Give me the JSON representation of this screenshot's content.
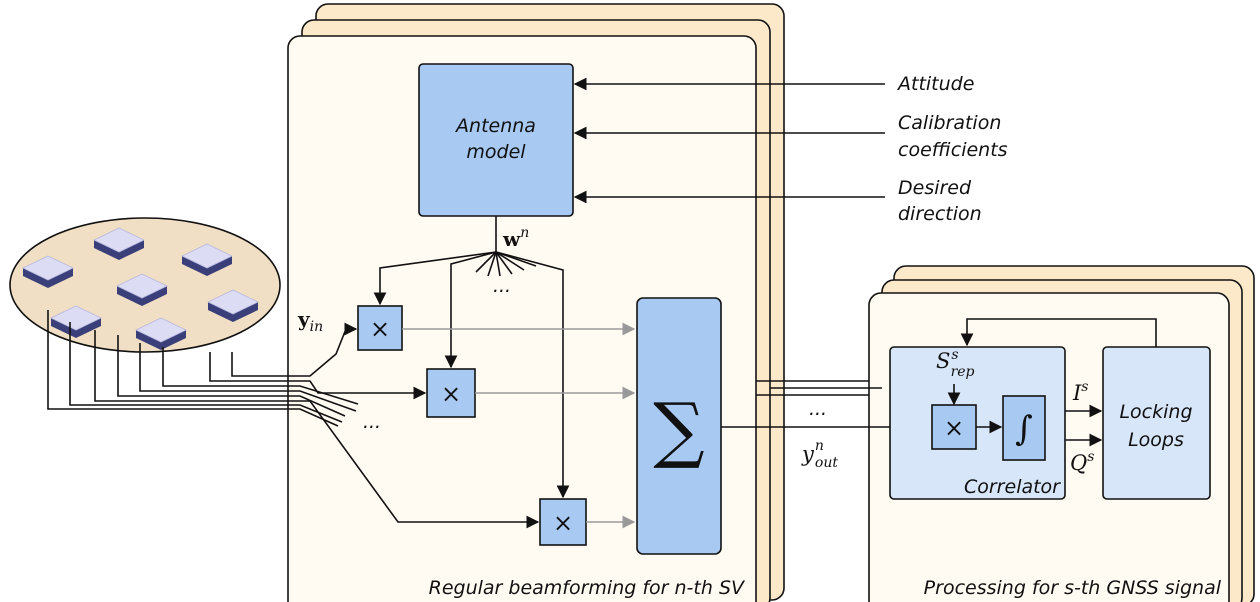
{
  "inputs": {
    "attitude": "Attitude",
    "calibration_line1": "Calibration",
    "calibration_line2": "coefficients",
    "desired_line1": "Desired",
    "desired_line2": "direction"
  },
  "antenna_model": {
    "line1": "Antenna",
    "line2": "model"
  },
  "beamforming": {
    "weight_symbol": "w",
    "weight_superscript": "n",
    "input_symbol": "y",
    "input_subscript": "in",
    "multiply_symbol": "×",
    "sum_symbol": "∑",
    "ellipsis": "...",
    "panel_caption": "Regular beamforming for n-th SV"
  },
  "output": {
    "symbol": "y",
    "superscript": "n",
    "subscript": "out",
    "ellipsis": "..."
  },
  "processing": {
    "replica_symbol": "S",
    "replica_superscript": "s",
    "replica_subscript": "rep",
    "integral_symbol": "∫",
    "correlator_label": "Correlator",
    "inphase_symbol": "I",
    "inphase_superscript": "s",
    "quadrature_symbol": "Q",
    "quadrature_superscript": "s",
    "locking_line1": "Locking",
    "locking_line2": "Loops",
    "panel_caption": "Processing for s-th GNSS signal"
  },
  "colors": {
    "block_blue": "#a7c9f2",
    "block_light_blue": "#d8e6f9",
    "panel_front": "#fffbf2",
    "panel_back": "#fce9c9",
    "antenna_plate": "#f0dfc4",
    "element_top": "#dcdcf5",
    "element_side": "#3a3f7a"
  }
}
